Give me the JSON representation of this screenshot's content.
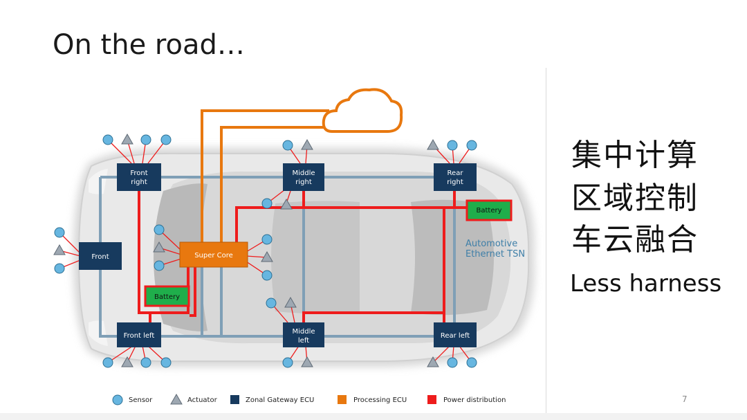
{
  "slide": {
    "title": "On the road…",
    "chinese_lines": [
      "集中计算",
      "区域控制",
      "车云融合"
    ],
    "less_harness": "Less harness",
    "page_number": "7"
  },
  "diagram": {
    "ecus": {
      "front_right": [
        "Front",
        "right"
      ],
      "middle_right": [
        "Middle",
        "right"
      ],
      "rear_right": [
        "Rear",
        "right"
      ],
      "front": [
        "Front"
      ],
      "front_left": [
        "Front left"
      ],
      "middle_left": [
        "Middle",
        "left"
      ],
      "rear_left": [
        "Rear left"
      ]
    },
    "super_core": "Super Core",
    "battery_label": "Battery",
    "ethernet_label": [
      "Automotive",
      "Ethernet TSN"
    ]
  },
  "legend": {
    "sensor": "Sensor",
    "actuator": "Actuator",
    "zonal": "Zonal Gateway ECU",
    "processing": "Processing ECU",
    "power": "Power distribution"
  },
  "colors": {
    "ecu": "#173a5e",
    "processing": "#e8780f",
    "power": "#ee1c1c",
    "battery": "#1fae4b",
    "ethernet": "#7f9fb6",
    "sensor": "#67b6e0",
    "actuator": "#9ea8b2"
  }
}
